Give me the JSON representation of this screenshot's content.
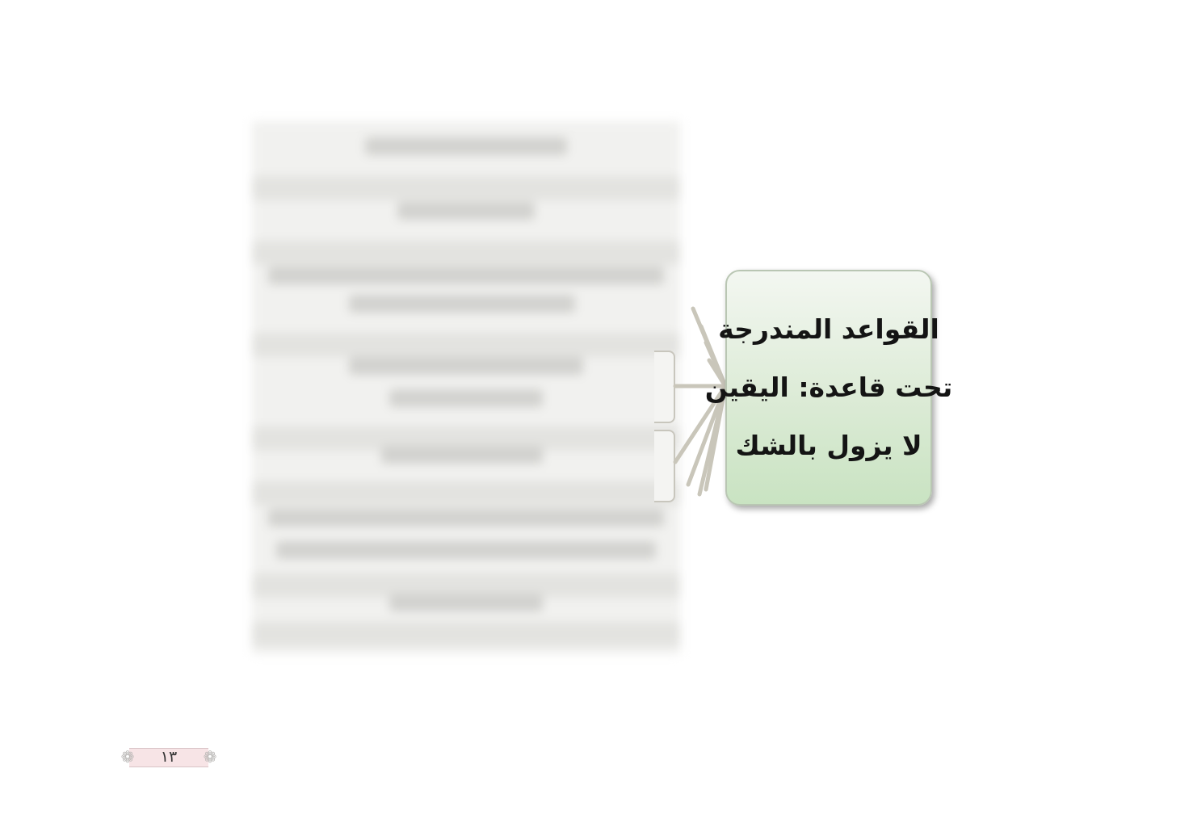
{
  "title_box": {
    "lines": [
      "القواعد المندرجة",
      "تحت قاعدة: اليقين",
      "لا يزول بالشك"
    ]
  },
  "page_number": "١٣",
  "colors": {
    "title_box_top": "#f3f7f1",
    "title_box_bottom": "#c9e3c2",
    "connector": "#c9c6ba",
    "badge": "#f7e4e6"
  }
}
